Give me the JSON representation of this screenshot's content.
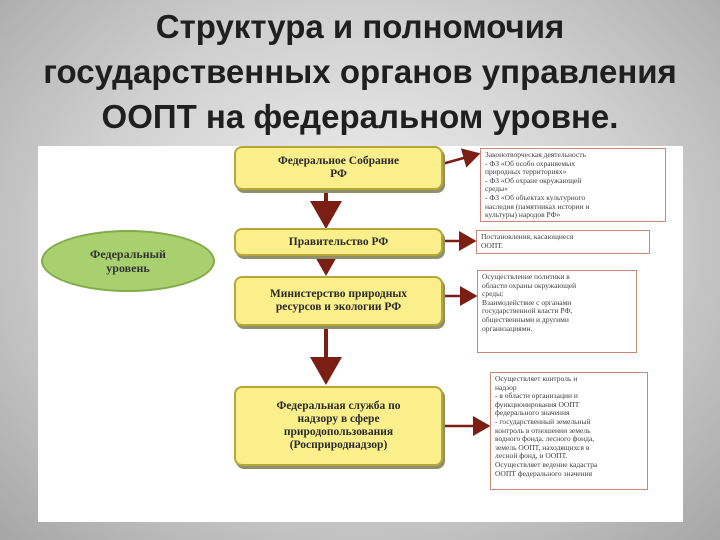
{
  "title_lines": [
    "Структура и полномочия",
    "государственных органов управления",
    "ООПТ на федеральном уровне."
  ],
  "level_label": [
    "Федеральный",
    "уровень"
  ],
  "bodies": [
    {
      "lines": [
        "Федеральное Собрание",
        "РФ"
      ]
    },
    {
      "lines": [
        "Правительство РФ"
      ]
    },
    {
      "lines": [
        "Министерство природных",
        "ресурсов и экологии РФ"
      ]
    },
    {
      "lines": [
        "Федеральная служба по",
        "надзору в сфере",
        "природопользования",
        "(Росприроднадзор)"
      ]
    }
  ],
  "notes": [
    {
      "lines": [
        "Законотворческая деятельность",
        "- ФЗ «Об особо охраняемых",
        "природных территориях»",
        "- ФЗ «Об охране окружающей",
        "среды»",
        "- ФЗ «Об объектах культурного",
        "наследия (памятниках истории и",
        "культуры) народов РФ»"
      ]
    },
    {
      "lines": [
        "Постановления, касающиеся",
        "ООПТ."
      ]
    },
    {
      "lines": [
        "Осуществление политики в",
        "области охраны окружающей",
        "среды;",
        "Взаимодействие с органами",
        "государственной власти РФ,",
        "общественными и другими",
        "организациями."
      ]
    },
    {
      "lines": [
        "Осуществляет контроль и",
        "надзор",
        "- в области организации и",
        "функционирования ООПТ",
        "федерального значения",
        "- государственный земельный",
        "контроль в отношении земель",
        "водного фонда, лесного фонда,",
        "земель ООПТ, находящихся в",
        "лесной фонд, и ООПТ.",
        "Осуществляет ведение кадастра",
        "ООПТ федерального значения"
      ]
    }
  ],
  "colors": {
    "body_fill": "#fbef8b",
    "level_fill": "#a8d06e",
    "arrow": "#7b1e14",
    "note_border": "#c9877a"
  }
}
